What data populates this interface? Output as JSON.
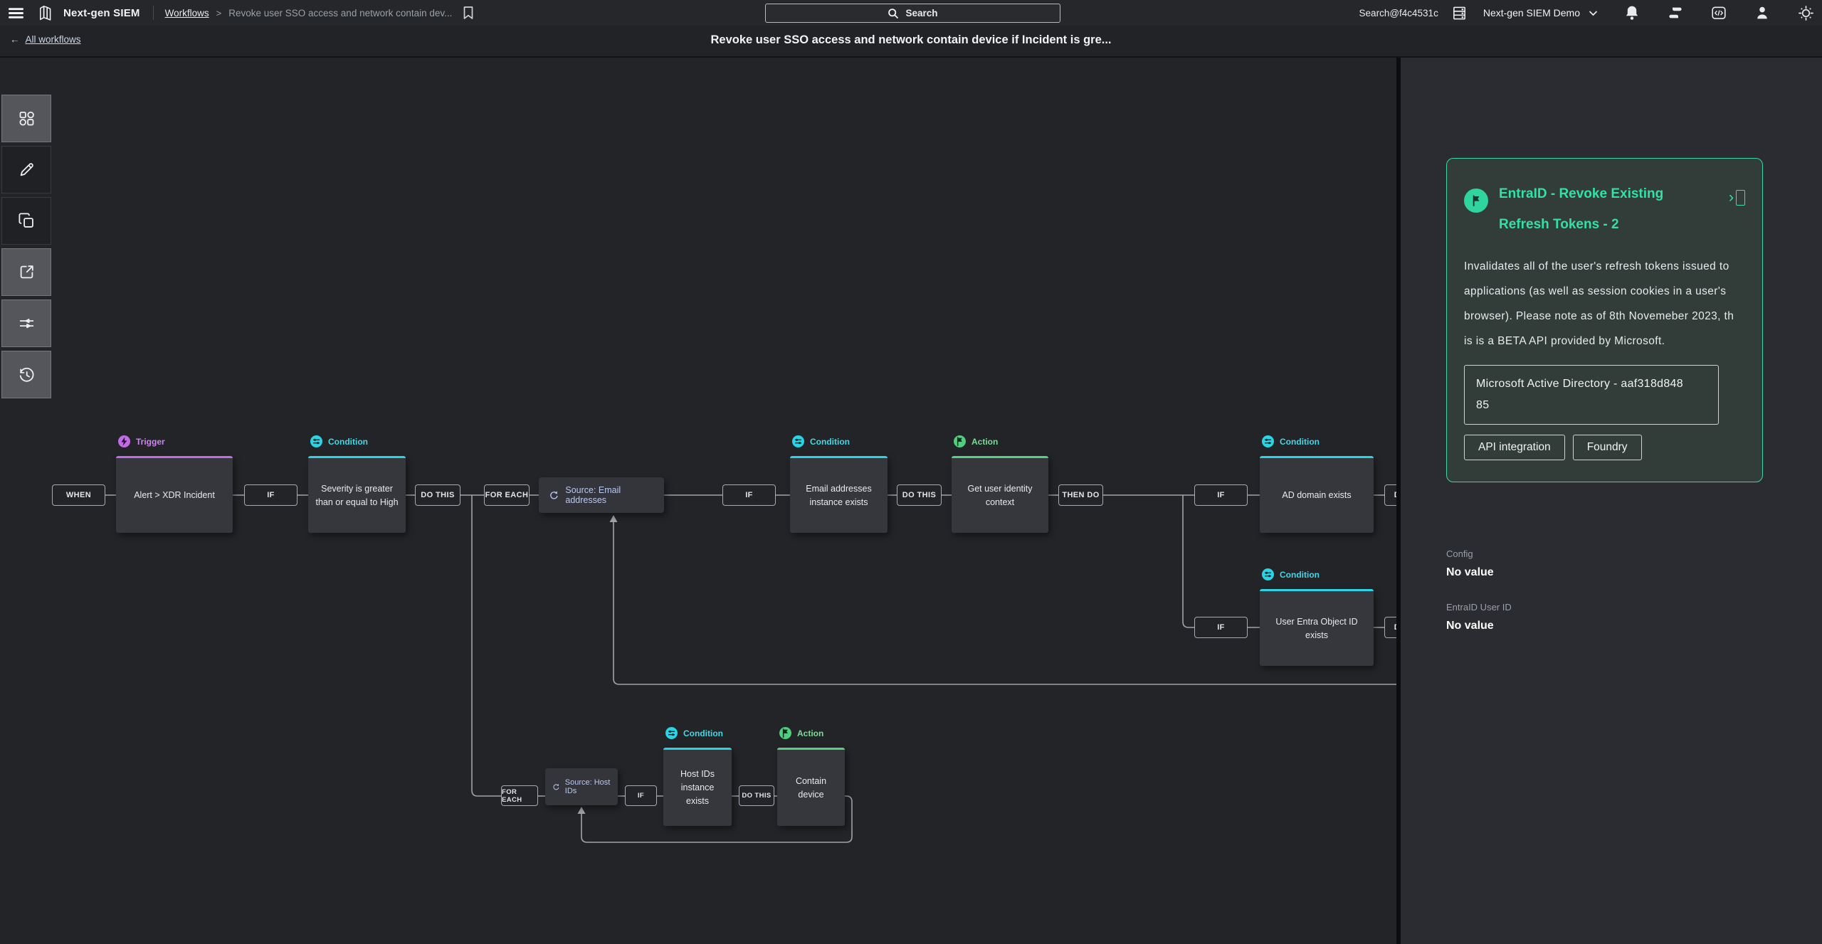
{
  "topbar": {
    "product_name": "Next-gen SIEM",
    "breadcrumb_section": "Workflows",
    "breadcrumb_separator": ">",
    "breadcrumb_page": "Revoke user SSO access and network contain dev...",
    "search_label": "Search",
    "username": "Search@f4c4531c",
    "tenant_name": "Next-gen SIEM Demo"
  },
  "workflow_header": {
    "back_arrow": "←",
    "back_label": "All workflows",
    "title": "Revoke user SSO access and network contain device if Incident is gre..."
  },
  "canvas": {
    "pill_labels": {
      "when": "WHEN",
      "if": "IF",
      "do_this": "DO THIS",
      "for_each": "FOR EACH",
      "then_do": "THEN DO"
    },
    "type_labels": {
      "trigger": "Trigger",
      "condition": "Condition",
      "action": "Action"
    },
    "nodes": [
      {
        "type": "trigger",
        "title": "Alert > XDR Incident"
      },
      {
        "type": "condition",
        "title": "Severity is greater than or equal to High"
      },
      {
        "type": "condition",
        "title": "Email addresses instance exists"
      },
      {
        "type": "action",
        "title": "Get user identity context"
      },
      {
        "type": "condition",
        "title": "AD domain exists"
      },
      {
        "type": "condition",
        "title": "User Entra Object ID exists"
      },
      {
        "type": "condition",
        "title": "Host IDs instance exists"
      },
      {
        "type": "action",
        "title": "Contain device"
      }
    ],
    "loop_sources": [
      {
        "label": "Source: Email addresses"
      },
      {
        "label": "Source: Host IDs"
      }
    ]
  },
  "panel": {
    "card": {
      "title": "EntraID - Revoke Existing Refresh Tokens - 2",
      "description": "Invalidates all of the user's refresh tokens issued to applications (as well as session cookies in a user's browser). Please note as of 8th Novemeber 2023, this is a BETA API provided by Microsoft.",
      "integration": "Microsoft Active Directory - aaf318d84885",
      "tags": [
        "API integration",
        "Foundry"
      ]
    },
    "fields": [
      {
        "label": "Config",
        "value": "No value"
      },
      {
        "label": "EntraID User ID",
        "value": "No value"
      }
    ]
  },
  "colors": {
    "trigger_accent": "#c06ce3",
    "condition_accent": "#2bd4e4",
    "action_accent": "#56d183",
    "card_accent": "#35d9a4"
  }
}
